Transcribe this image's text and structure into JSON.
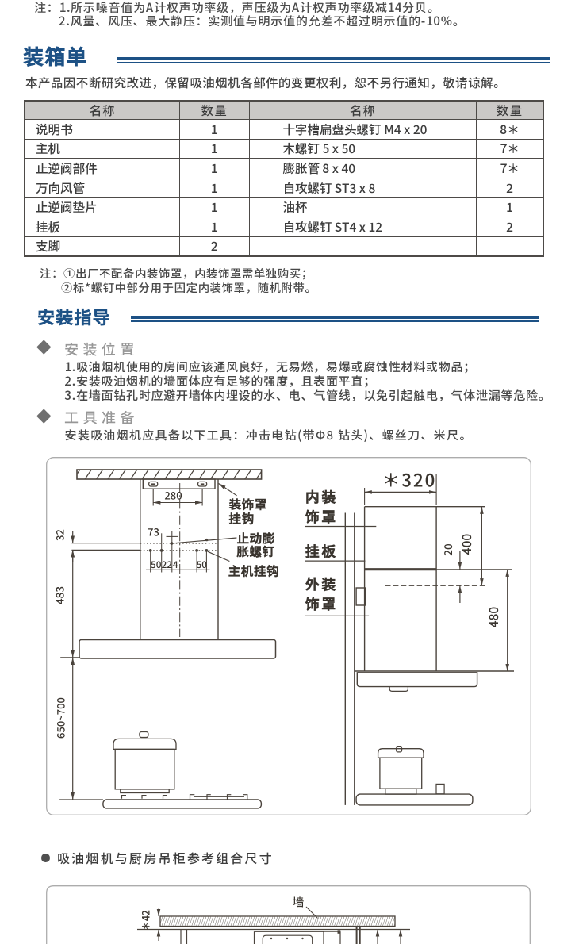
{
  "page": {
    "accent_navy": "#1d5185",
    "text_dark": "#454545",
    "diagram_ink": "#4a433c",
    "table_header_bg": "#cbc9c7"
  },
  "top_notes": {
    "line1": "注：1.所示噪音值为A计权声功率级，声压级为A计权声功率级减14分贝。",
    "line2": "2.风量、风压、最大静压：实测值与明示值的允差不超过明示值的-10%。"
  },
  "packing": {
    "title": "装箱单",
    "intro": "本产品因不断研究改进，保留吸油烟机各部件的变更权利，恕不另行通知，敬请谅解。",
    "table": {
      "headers": [
        "名称",
        "数量",
        "名称",
        "数量"
      ],
      "rows": [
        [
          "说明书",
          "1",
          "十字槽扁盘头螺钉  M4 x 20",
          "8＊"
        ],
        [
          "主机",
          "1",
          "木螺钉  5 x 50",
          "7＊"
        ],
        [
          "止逆阀部件",
          "1",
          "膨胀管  8 x 40",
          "7＊"
        ],
        [
          "万向风管",
          "1",
          "自攻螺钉  ST3 x 8",
          "2"
        ],
        [
          "止逆阀垫片",
          "1",
          "油杯",
          "1"
        ],
        [
          "挂板",
          "1",
          "自攻螺钉  ST4 x 12",
          "2"
        ],
        [
          "支脚",
          "2",
          "",
          ""
        ]
      ]
    },
    "notes": [
      "注：①出厂不配备内装饰罩，内装饰罩需单独购买；",
      "②标*螺钉中部分用于固定内装饰罩，随机附带。"
    ]
  },
  "install": {
    "title": "安装指导",
    "location": {
      "heading": "安装位置",
      "items": [
        "1.吸油烟机使用的房间应该通风良好，无易燃，易爆或腐蚀性材料或物品；",
        "2.安装吸油烟机的墙面体应有足够的强度，且表面平直；",
        "3.在墙面钻孔时应避开墙体内埋设的水、电、气管线，以免引起触电，气体泄漏等危险。"
      ]
    },
    "tools": {
      "heading": "工具准备",
      "items": [
        "安装吸油烟机应具备以下工具：冲击电钻(带Φ8 钻头)、螺丝刀、米尺。"
      ]
    }
  },
  "diagram_front": {
    "labels": {
      "cover_hook_l1": "装饰罩",
      "cover_hook_l2": "挂钩",
      "stop_screw_l1": "止动膨",
      "stop_screw_l2": "胀螺钉",
      "main_hook": "主机挂钩"
    },
    "dims": {
      "d280": "280",
      "d32": "32",
      "d73": "73",
      "d50a": "50",
      "d22": "22",
      "d4": "4",
      "d50b": "50",
      "d483": "483",
      "d650_700": "650~700"
    }
  },
  "diagram_side": {
    "labels": {
      "inner_cover_l1": "内装",
      "inner_cover_l2": "饰罩",
      "plate": "挂板",
      "outer_cover_l1": "外装",
      "outer_cover_l2": "饰罩"
    },
    "dims": {
      "d320": "＊320",
      "d20": "20",
      "d400": "400",
      "d480": "480"
    }
  },
  "combo": {
    "caption": "吸油烟机与厨房吊柜参考组合尺寸",
    "wall_label": "墙",
    "dim_42": "＊42"
  }
}
